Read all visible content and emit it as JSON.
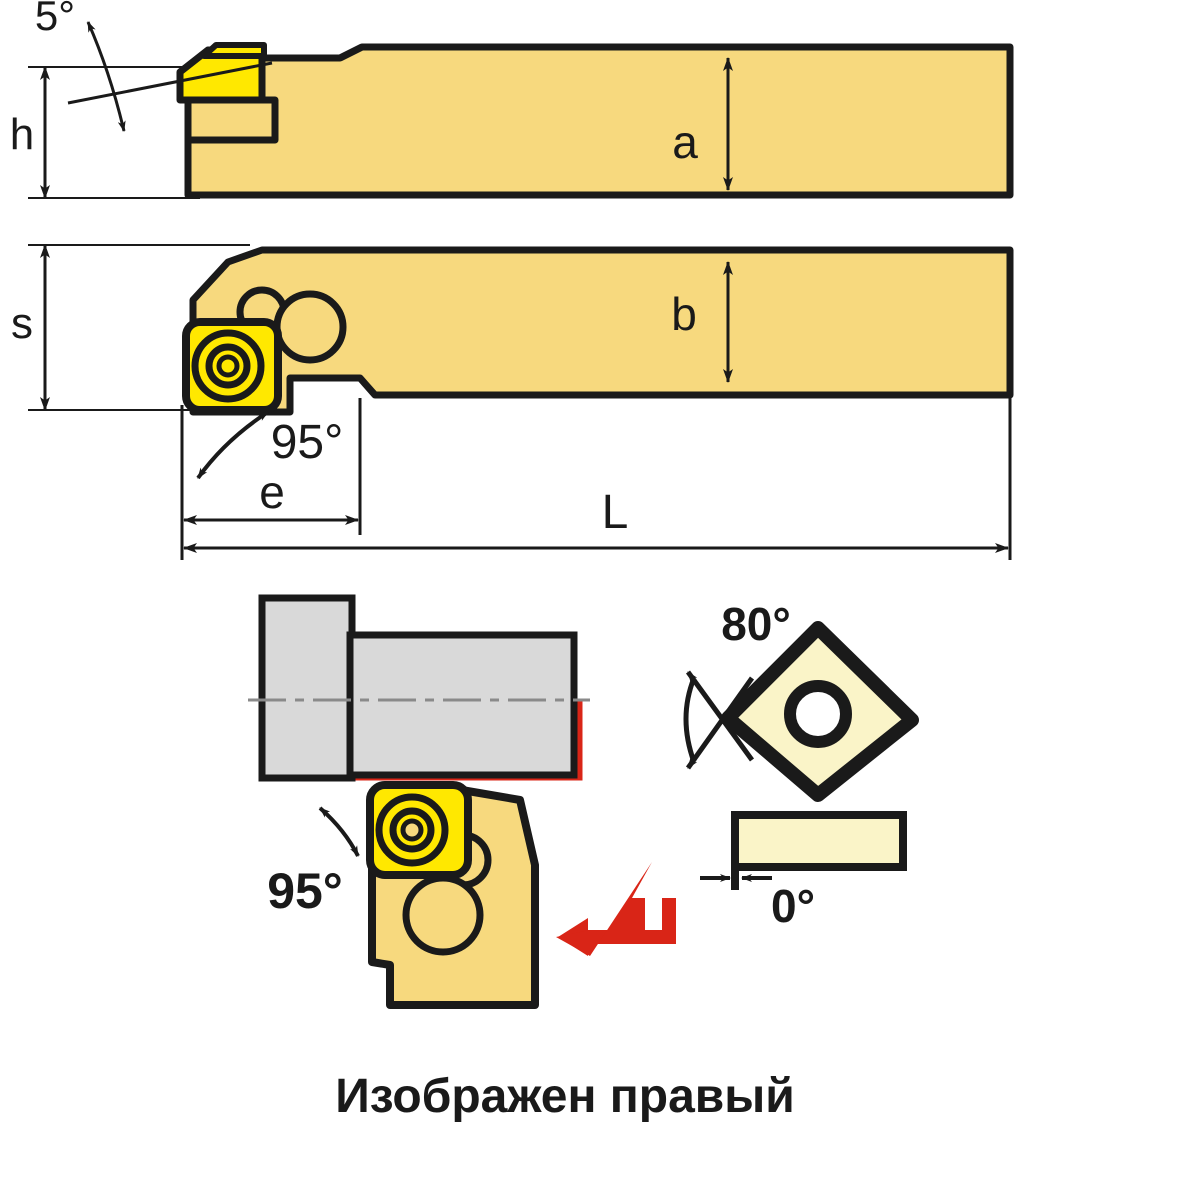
{
  "diagram": {
    "title_caption": "Изображен правый",
    "colors": {
      "shank_tan": "#F7D97E",
      "insert_yellow": "#FFE800",
      "insert_cream": "#FAF4C8",
      "workpiece_gray": "#D9D9D9",
      "outline_black": "#1A1A1A",
      "machined_red": "#D92517",
      "background_white": "#FFFFFF"
    },
    "views": {
      "top_view": {
        "name": "side-elevation-view",
        "labels": {
          "angle_clearance": "5°",
          "dim_height_shank": "h",
          "dim_height_body": "a"
        }
      },
      "middle_view": {
        "name": "plan-view",
        "labels": {
          "dim_width_shank": "s",
          "dim_width_body": "b",
          "angle_lead": "95°",
          "dim_edge_offset": "e",
          "dim_length": "L"
        }
      },
      "bottom_left_view": {
        "name": "application-view",
        "labels": {
          "angle_lead": "95°"
        }
      },
      "bottom_right_view": {
        "name": "insert-geometry-view",
        "labels": {
          "insert_nose_angle": "80°",
          "insert_clearance_angle": "0°"
        }
      }
    }
  }
}
